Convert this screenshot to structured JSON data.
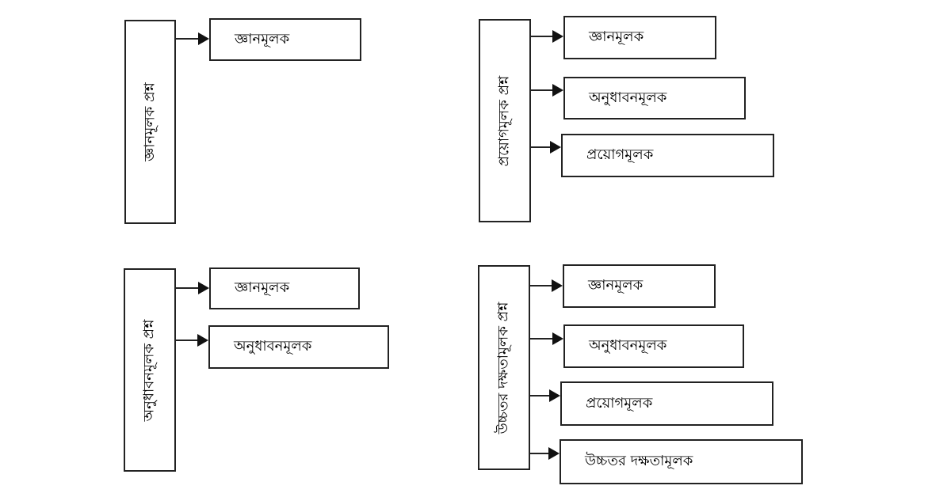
{
  "diagrams": [
    {
      "title": "জ্ঞানমূলক প্রশ্ন",
      "children": [
        "জ্ঞানমূলক"
      ]
    },
    {
      "title": "প্রয়োগমূলক প্রশ্ন",
      "children": [
        "জ্ঞানমূলক",
        "অনুধাবনমূলক",
        "প্রয়োগমূলক"
      ]
    },
    {
      "title": "অনুধাবনমূলক প্রশ্ন",
      "children": [
        "জ্ঞানমূলক",
        "অনুধাবনমূলক"
      ]
    },
    {
      "title": "উচ্চতর দক্ষতামূলক প্রশ্ন",
      "children": [
        "জ্ঞানমূলক",
        "অনুধাবনমূলক",
        "প্রয়োগমূলক",
        "উচ্চতর দক্ষতামূলক"
      ]
    }
  ]
}
